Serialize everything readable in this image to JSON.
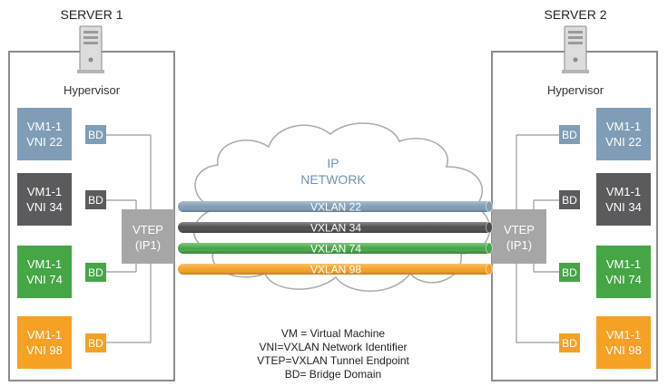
{
  "servers": [
    {
      "title": "SERVER 1",
      "hypervisor_label": "Hypervisor",
      "vtep": [
        "VTEP",
        "(IP1)"
      ],
      "vms": [
        {
          "line1": "VM1-1",
          "line2": "VNI 22",
          "bd": "BD",
          "color": "#7f9db6"
        },
        {
          "line1": "VM1-1",
          "line2": "VNI 34",
          "bd": "BD",
          "color": "#5b5b5d"
        },
        {
          "line1": "VM1-1",
          "line2": "VNI 74",
          "bd": "BD",
          "color": "#44a644"
        },
        {
          "line1": "VM1-1",
          "line2": "VNI 98",
          "bd": "BD",
          "color": "#f5a123"
        }
      ]
    },
    {
      "title": "SERVER 2",
      "hypervisor_label": "Hypervisor",
      "vtep": [
        "VTEP",
        "(IP1)"
      ],
      "vms": [
        {
          "line1": "VM1-1",
          "line2": "VNI 22",
          "bd": "BD",
          "color": "#7f9db6"
        },
        {
          "line1": "VM1-1",
          "line2": "VNI 34",
          "bd": "BD",
          "color": "#5b5b5d"
        },
        {
          "line1": "VM1-1",
          "line2": "VNI 74",
          "bd": "BD",
          "color": "#44a644"
        },
        {
          "line1": "VM1-1",
          "line2": "VNI 98",
          "bd": "BD",
          "color": "#f5a123"
        }
      ]
    }
  ],
  "network": {
    "line1": "IP",
    "line2": "NETWORK"
  },
  "tunnels": [
    {
      "label": "VXLAN 22",
      "color": "#7f9db6"
    },
    {
      "label": "VXLAN 34",
      "color": "#4d4d4f"
    },
    {
      "label": "VXLAN 74",
      "color": "#44a644"
    },
    {
      "label": "VXLAN 98",
      "color": "#f5a123"
    }
  ],
  "legend": [
    "VM = Virtual Machine",
    "VNI=VXLAN Network Identifier",
    "VTEP=VXLAN Tunnel Endpoint",
    "BD= Bridge Domain"
  ]
}
